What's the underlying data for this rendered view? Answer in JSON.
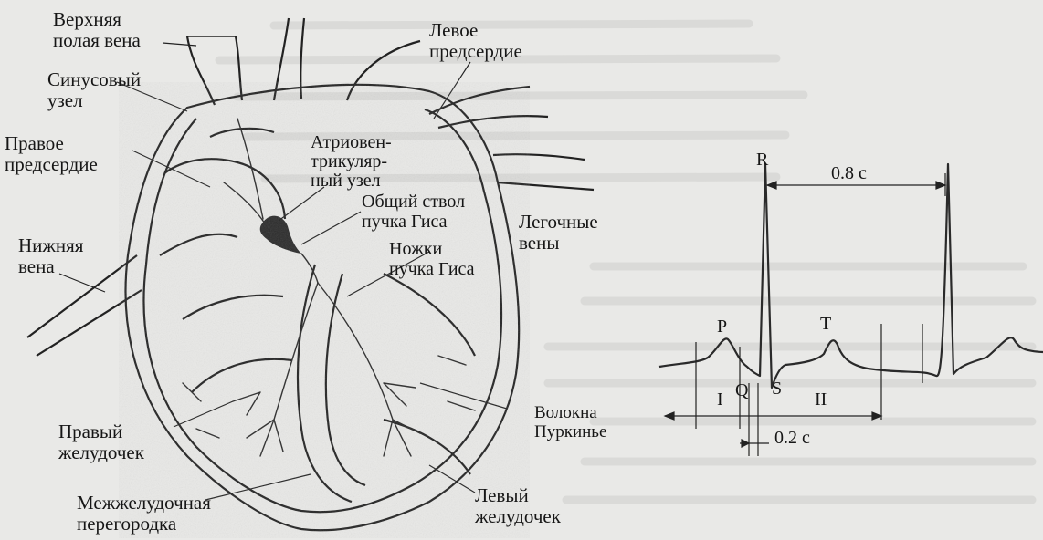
{
  "heart_labels": {
    "superior_vena_cava": "Верхняя\nполая вена",
    "sinus_node": "Синусовый\nузел",
    "right_atrium": "Правое\nпредсердие",
    "av_node": "Атриовен-\nтрикуляр-\nный узел",
    "his_bundle_trunk": "Общий ствол\nпучка Гиса",
    "left_atrium": "Левое\nпредсердие",
    "pulmonary_veins": "Легочные\nвены",
    "inferior_vena_cava": "Нижняя\nвена",
    "bundle_branches": "Ножки\nпучка Гиса",
    "purkinje_fibers": "Волокна\nПуркинье",
    "right_ventricle": "Правый\nжелудочек",
    "septum": "Межжелудочная\nперегородка",
    "left_ventricle": "Левый\nжелудочек"
  },
  "ecg": {
    "wave_labels": {
      "p": "P",
      "q": "Q",
      "r": "R",
      "s": "S",
      "t": "T"
    },
    "interval_labels": {
      "i": "I",
      "ii": "II"
    },
    "rr_interval": "0.8 с",
    "pq_interval": "0.2 с"
  }
}
